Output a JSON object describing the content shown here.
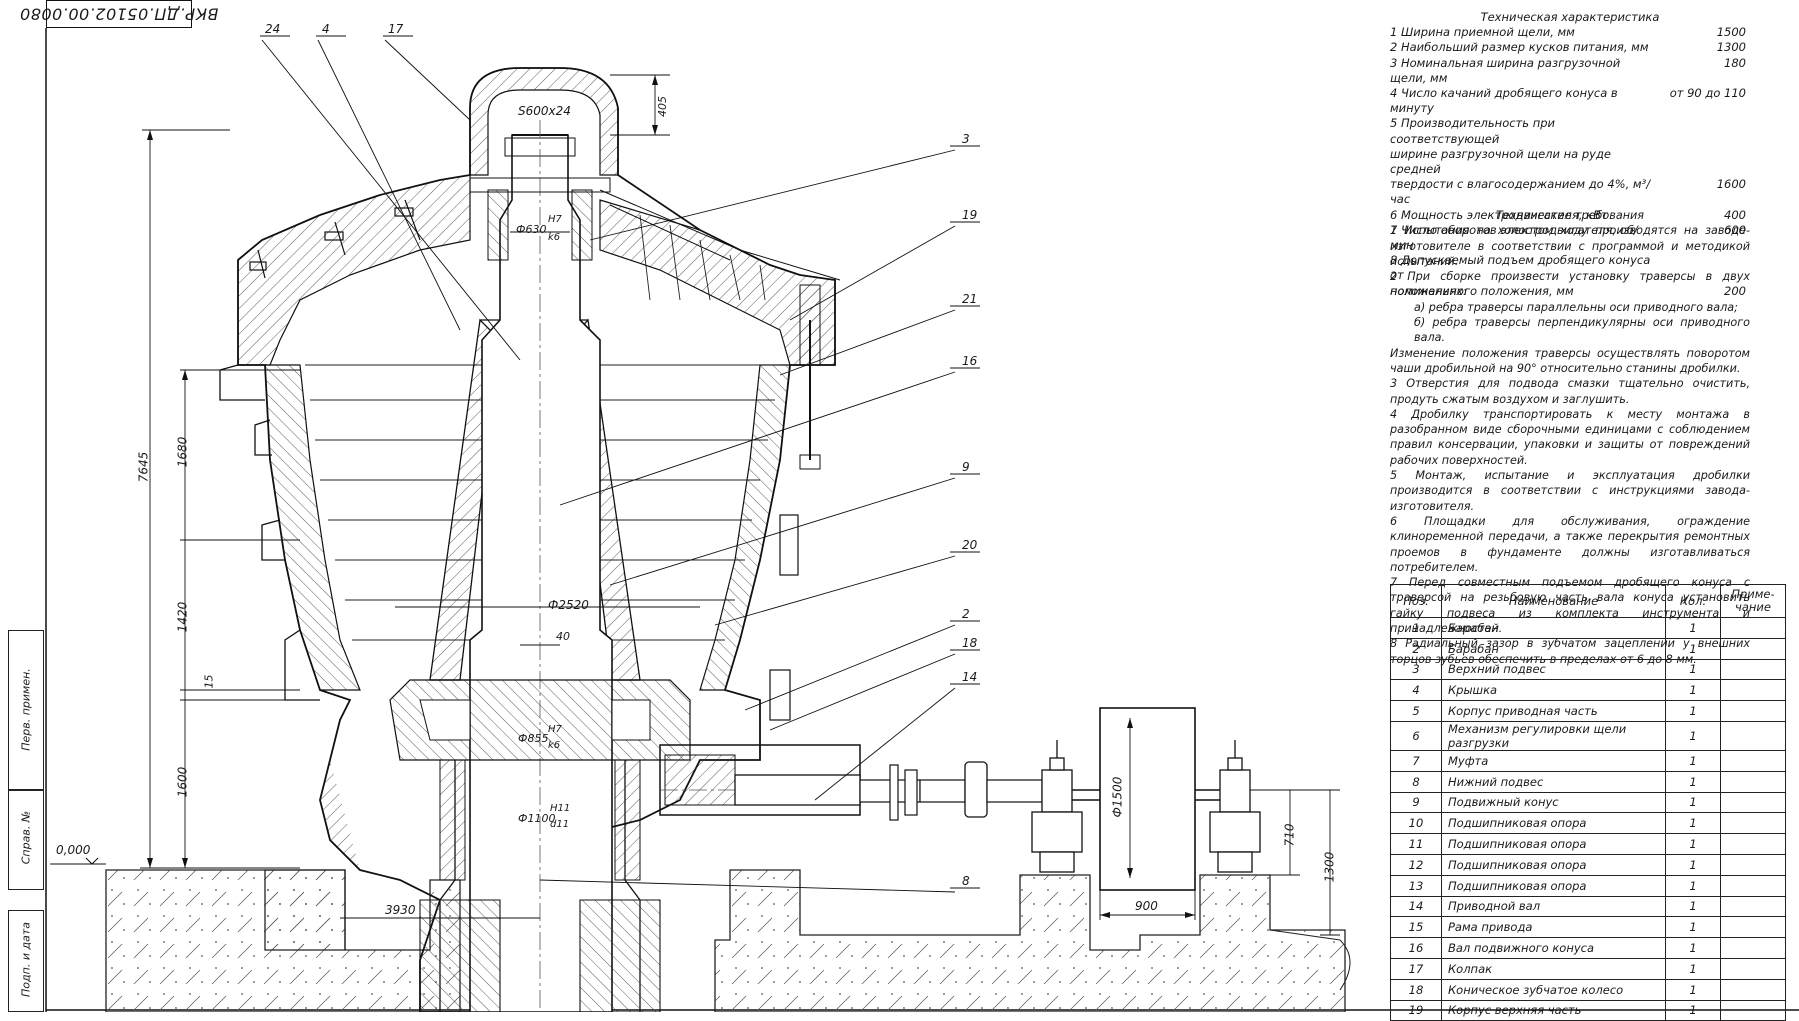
{
  "stamp": {
    "code": "ВКР.ДП.05102.00.0080"
  },
  "side_labels": [
    "Перв. примен.",
    "Справ. №",
    "Подп. и дата"
  ],
  "drawing": {
    "leaders": [
      "24",
      "4",
      "17",
      "3",
      "19",
      "21",
      "16",
      "9",
      "20",
      "2",
      "18",
      "14",
      "8"
    ],
    "dims": {
      "slot": "S600x24",
      "top_h": "405",
      "d630": "Ф630",
      "fit1_top": "H7",
      "fit1_bot": "k6",
      "overall_h": "7645",
      "h1680": "1680",
      "h1420": "1420",
      "h15": "15",
      "h1600": "1600",
      "d2520": "Ф2520",
      "w40": "40",
      "d855": "Ф855",
      "fit2_top": "H7",
      "fit2_bot": "k6",
      "d1100": "Ф1100",
      "fit3_top": "H11",
      "fit3_bot": "d11",
      "zero": "0,000",
      "w3930": "3930",
      "d1500": "Ф1500",
      "h710": "710",
      "h1300": "1300",
      "w900": "900"
    }
  },
  "spec": {
    "title": "Техническая характеристика",
    "rows": [
      {
        "text": "1 Ширина приемной щели, мм",
        "value": "1500"
      },
      {
        "text": "2 Наибольший размер кусков питания, мм",
        "value": "1300"
      },
      {
        "text": "3 Номинальная ширина разгрузочной щели, мм",
        "value": "180"
      },
      {
        "text": "4 Число качаний дробящего конуса в минуту",
        "value": "от 90 до 110"
      },
      {
        "text": "5 Производительность при соответствующей",
        "value": ""
      },
      {
        "text": "ширине разгрузочной щели на руде средней",
        "value": ""
      },
      {
        "text": "твердости с влагосодержанием до 4%, м³/час",
        "value": "1600"
      },
      {
        "text": "6 Мощность электродвигателя, кВт",
        "value": "400"
      },
      {
        "text": "7 Число оборотов электродвигателя, об/мин",
        "value": "600"
      },
      {
        "text": "8 Допускаемый подъем дробящего конуса от",
        "value": ""
      },
      {
        "text": "номинального положения, мм",
        "value": "200"
      }
    ]
  },
  "requirements": {
    "title": "Технические требования",
    "items": [
      "1 Испытания на холостом ходу производятся на заводе-изготовителе в соответствии с программой и методикой испытаний.",
      "2 При сборке произвести установку траверсы в двух положениях:",
      "а) ребра траверсы параллельны оси приводного вала;",
      "б) ребра траверсы перпендикулярны оси приводного вала.",
      "Изменение положения траверсы осуществлять поворотом чаши дробильной на 90° относительно станины дробилки.",
      "3 Отверстия для подвода смазки тщательно очистить, продуть сжатым воздухом и заглушить.",
      "4 Дробилку транспортировать к месту монтажа в разобранном виде сборочными единицами с соблюдением правил консервации, упаковки и защиты от повреждений рабочих поверхностей.",
      "5 Монтаж, испытание и эксплуатация дробилки производится в соответствии с инструкциями завода-изготовителя.",
      "6 Площадки для обслуживания, ограждение клиноременной передачи, а также перекрытия ремонтных проемов в фундаменте должны изготавливаться потребителем.",
      "7 Перед совместным подъемом дробящего конуса с траверсой на резьбовую часть вала конуса установить гайку подвеса из комплекта инструмента и принадлежностей.",
      "8 Радиальный зазор в зубчатом зацеплении у внешних торцов зубьев обеспечить в пределах от 6 до 8 мм."
    ]
  },
  "parts": {
    "headers": {
      "pos": "Поз.",
      "name": "Наименование",
      "qty": "Кол.",
      "note": "Приме-\nчание"
    },
    "rows": [
      {
        "pos": "1",
        "name": "Барабан",
        "qty": "1"
      },
      {
        "pos": "2",
        "name": "Барабан",
        "qty": "1"
      },
      {
        "pos": "3",
        "name": "Верхний подвес",
        "qty": "1"
      },
      {
        "pos": "4",
        "name": "Крышка",
        "qty": "1"
      },
      {
        "pos": "5",
        "name": "Корпус приводная часть",
        "qty": "1"
      },
      {
        "pos": "6",
        "name": "Механизм регулировки щели разгрузки",
        "qty": "1"
      },
      {
        "pos": "7",
        "name": "Муфта",
        "qty": "1"
      },
      {
        "pos": "8",
        "name": "Нижний подвес",
        "qty": "1"
      },
      {
        "pos": "9",
        "name": "Подвижный конус",
        "qty": "1"
      },
      {
        "pos": "10",
        "name": "Подшипниковая опора",
        "qty": "1"
      },
      {
        "pos": "11",
        "name": "Подшипниковая опора",
        "qty": "1"
      },
      {
        "pos": "12",
        "name": "Подшипниковая опора",
        "qty": "1"
      },
      {
        "pos": "13",
        "name": "Подшипниковая опора",
        "qty": "1"
      },
      {
        "pos": "14",
        "name": "Приводной вал",
        "qty": "1"
      },
      {
        "pos": "15",
        "name": "Рама привода",
        "qty": "1"
      },
      {
        "pos": "16",
        "name": "Вал подвижного конуса",
        "qty": "1"
      },
      {
        "pos": "17",
        "name": "Колпак",
        "qty": "1"
      },
      {
        "pos": "18",
        "name": "Коническое зубчатое колесо",
        "qty": "1"
      },
      {
        "pos": "19",
        "name": "Корпус верхняя часть",
        "qty": "1"
      }
    ]
  }
}
